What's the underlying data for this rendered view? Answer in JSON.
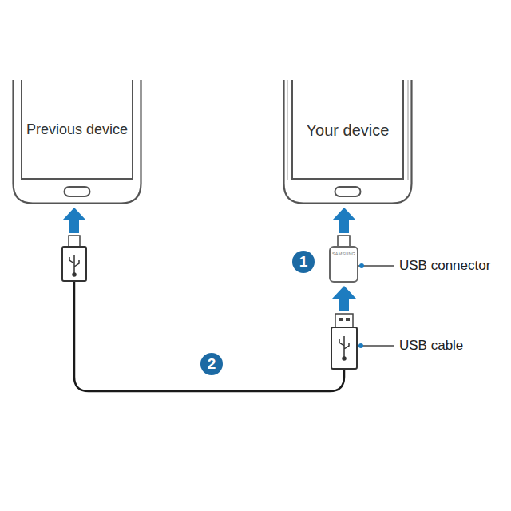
{
  "diagram": {
    "nodes": [
      {
        "text": [
          "Previous device"
        ]
      },
      {
        "text": [
          "Your device"
        ]
      }
    ],
    "labels": [
      "1",
      "USB connector",
      "SAMSUNG",
      "USB cable",
      "2"
    ]
  }
}
